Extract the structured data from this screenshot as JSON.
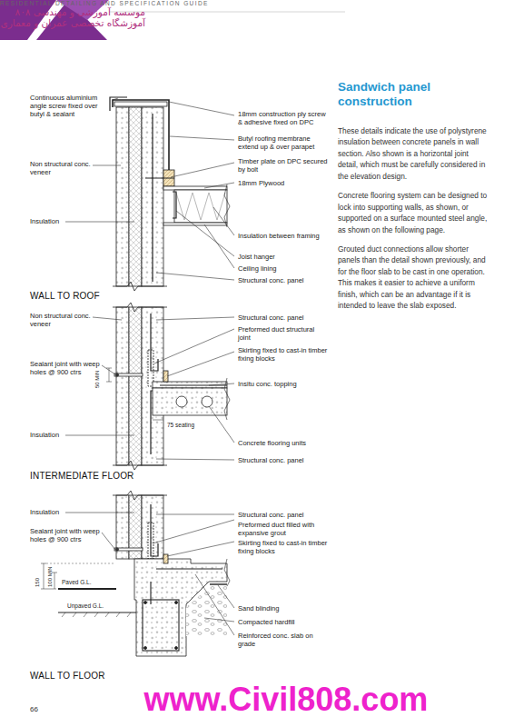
{
  "diagram": {
    "title": "Sandwich panel construction",
    "labels": [
      "RESIDENTIAL DETAILING AND SPECIFICATION GUIDE",
      "موسسه آموزشی و مهندسی ۸۰۸",
      "آموزشگاه تخصصی عمران و معماری",
      "18mm construction ply screw & adhesive fixed on DPC",
      "Continuous aluminium angle screw fixed over butyl & sealant",
      "Butyl roofing membrane extend up & over parapet",
      "Non structural conc. veneer",
      "Timber plate on DPC secured by bolt",
      "18mm Plywood",
      "Insulation",
      "Insulation between framing",
      "Joist hanger",
      "Ceiling lining",
      "Structural conc. panel",
      "WALL TO ROOF",
      "Non structural conc. veneer",
      "Structural conc. panel",
      "Preformed duct structural joint",
      "Skirting fixed to cast-in timber fixing blocks",
      "Sealant joint with weep holes @ 900 ctrs",
      "50 MIN",
      "Insitu conc. topping",
      "Insulation",
      "75 seating",
      "Concrete flooring units",
      "Structural conc. panel",
      "INTERMEDIATE FLOOR",
      "Insulation",
      "Structural conc. panel",
      "Preformed duct filled with expansive grout",
      "Sealant joint with weep holes @ 900 ctrs",
      "Skirting fixed to cast-in timber fixing blocks",
      "150",
      "100 MIN",
      "Paved G.L.",
      "Unpaved G.L.",
      "Sand blinding",
      "Compacted hardfill",
      "Reinforced conc. slab on grade",
      "WALL TO FLOOR",
      "These details indicate the use of polystyrene insulation between concrete panels in wall section. Also shown is a horizontal joint detail, which must be carefully considered in the elevation design.",
      "Concrete flooring system can be designed to lock into supporting walls, as shown, or supported on a surface mounted steel angle, as shown on the following page.",
      "Grouted duct connections allow shorter panels than the detail shown previously, and for the floor slab to be cast in one operation. This makes it easier to achieve a uniform finish, which can be an advantage if it is intended to leave the slab exposed.",
      "www.Civil808.com",
      "66"
    ]
  }
}
